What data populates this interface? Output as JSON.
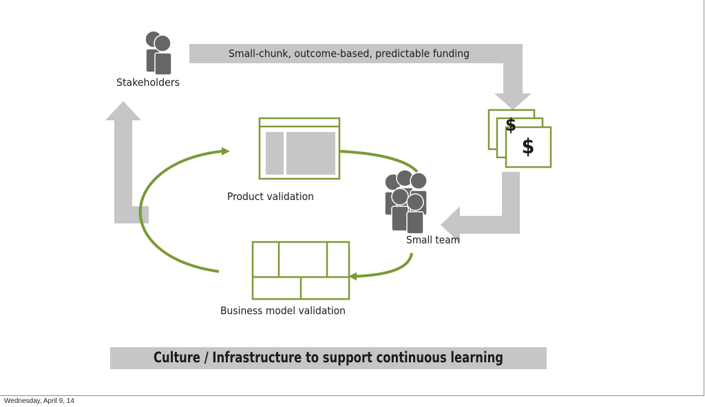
{
  "labels": {
    "funding": "Small-chunk, outcome-based, predictable funding",
    "stakeholders": "Stakeholders",
    "product_validation": "Product validation",
    "small_team": "Small team",
    "business_model_validation": "Business model validation",
    "culture": "Culture / Infrastructure to support continuous learning",
    "dollar": "$"
  },
  "footer": {
    "date": "Wednesday, April 9, 14"
  },
  "colors": {
    "arrow_gray": "#c6c6c6",
    "cycle_green": "#7a9a36",
    "person_gray": "#666666",
    "culture_bar": "#c6c6c6"
  },
  "icons": {
    "stakeholders": "person-pair-icon",
    "small_team": "person-group-icon",
    "funding": "dollar-bills-icon",
    "product": "product-wireframe-icon",
    "business_model": "business-model-canvas-icon"
  }
}
